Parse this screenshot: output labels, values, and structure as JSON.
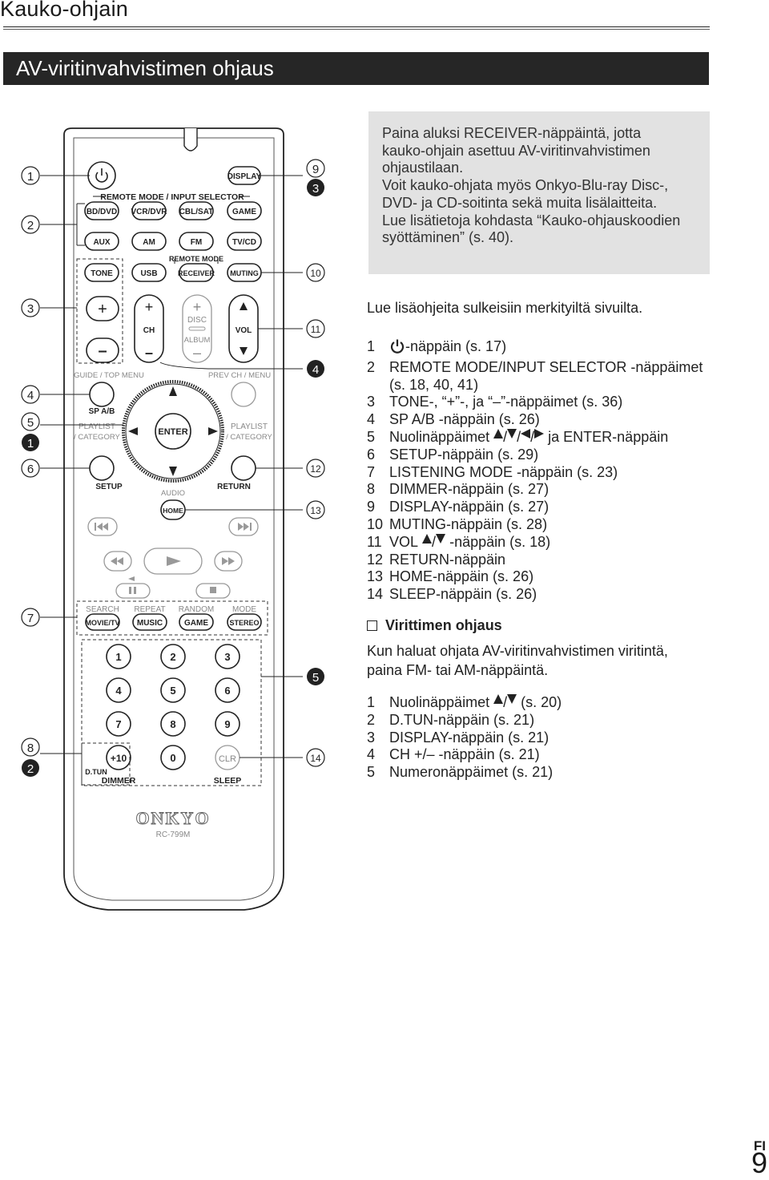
{
  "header": {
    "title": "Kauko-ohjain",
    "section_title": "AV-viritinvahvistimen ohjaus"
  },
  "note": {
    "lines": [
      "Paina aluksi RECEIVER-näppäintä, jotta",
      "kauko-ohjain asettuu AV-viritinvahvistimen",
      "ohjaustilaan.",
      "Voit kauko-ohjata myös Onkyo-Blu-ray Disc-,",
      "DVD- ja CD-soitinta sekä muita lisälaitteita.",
      "Lue lisätietoja kohdasta “Kauko-ohjauskoodien",
      "syöttäminen” (s. 40)."
    ]
  },
  "intro": "Lue lisäohjeita sulkeisiin merkityiltä sivuilta.",
  "list1": [
    {
      "num": "1",
      "text": "-näppäin (s. 17)"
    },
    {
      "num": "2",
      "text": "REMOTE MODE/INPUT SELECTOR -näppäimet"
    },
    {
      "num": "",
      "text": "(s. 18, 40, 41)"
    },
    {
      "num": "3",
      "text": "TONE-, “+”-, ja “–”-näppäimet (s. 36)"
    },
    {
      "num": "4",
      "text": "SP A/B -näppäin (s. 26)"
    },
    {
      "num": "5",
      "text_a": "Nuolinäppäimet",
      "text_b": "ja ENTER-näppäin"
    },
    {
      "num": "6",
      "text": "SETUP-näppäin (s. 29)"
    },
    {
      "num": "7",
      "text": "LISTENING MODE -näppäin (s. 23)"
    },
    {
      "num": "8",
      "text": "DIMMER-näppäin (s. 27)"
    },
    {
      "num": "9",
      "text": "DISPLAY-näppäin (s. 27)"
    },
    {
      "num": "10",
      "text": "MUTING-näppäin (s. 28)"
    },
    {
      "num": "11",
      "text_a": "VOL",
      "text_b": "-näppäin (s. 18)"
    },
    {
      "num": "12",
      "text": "RETURN-näppäin"
    },
    {
      "num": "13",
      "text": "HOME-näppäin (s. 26)"
    },
    {
      "num": "14",
      "text": "SLEEP-näppäin (s. 26)"
    }
  ],
  "subheading": "Virittimen ohjaus",
  "paragraph": [
    "Kun haluat ohjata AV-viritinvahvistimen viritintä,",
    "paina FM- tai AM-näppäintä."
  ],
  "list2": [
    {
      "num": "1",
      "text_a": "Nuolinäppäimet",
      "text_b": "(s. 20)"
    },
    {
      "num": "2",
      "text": "D.TUN-näppäin (s. 21)"
    },
    {
      "num": "3",
      "text": "DISPLAY-näppäin (s. 21)"
    },
    {
      "num": "4",
      "text": "CH +/– -näppäin (s. 21)"
    },
    {
      "num": "5",
      "text": "Numeronäppäimet (s. 21)"
    }
  ],
  "footer": {
    "lang": "FI",
    "page": "9"
  },
  "remote": {
    "labels": {
      "remote_mode_input_selector": "REMOTE MODE / INPUT SELECTOR",
      "display": "DISPLAY",
      "bd_dvd": "BD/DVD",
      "vcr_dvr": "VCR/DVR",
      "cbl_sat": "CBL/SAT",
      "game": "GAME",
      "aux": "AUX",
      "am": "AM",
      "fm": "FM",
      "tv_cd": "TV/CD",
      "remote_mode": "REMOTE MODE",
      "tone": "TONE",
      "usb": "USB",
      "receiver": "RECEIVER",
      "muting": "MUTING",
      "plus": "+",
      "minus": "–",
      "ch": "CH",
      "disc": "DISC",
      "album": "ALBUM",
      "vol": "VOL",
      "guide_top_menu": "GUIDE / TOP MENU",
      "prev_ch_menu": "PREV CH / MENU",
      "sp_ab": "SP A/B",
      "playlist": "PLAYLIST",
      "category": "/ CATEGORY",
      "category_r": "CATEGORY",
      "enter": "ENTER",
      "setup": "SETUP",
      "return": "RETURN",
      "audio": "AUDIO",
      "home": "HOME",
      "search": "SEARCH",
      "repeat": "REPEAT",
      "random": "RANDOM",
      "mode": "MODE",
      "movie_tv": "MOVIE/TV",
      "music": "MUSIC",
      "stereo": "STEREO",
      "n1": "1",
      "n2": "2",
      "n3": "3",
      "n4": "4",
      "n5": "5",
      "n6": "6",
      "n7": "7",
      "n8": "8",
      "n9": "9",
      "plus10": "+10",
      "n0": "0",
      "clr": "CLR",
      "dtun": "D.TUN",
      "dimmer": "DIMMER",
      "sleep": "SLEEP",
      "brand": "ONKYO",
      "model": "RC-799M"
    },
    "callouts_left": [
      "1",
      "2",
      "3",
      "4",
      "5",
      "1",
      "6",
      "7",
      "8",
      "2"
    ],
    "callouts_right": [
      "9",
      "3",
      "10",
      "11",
      "4",
      "12",
      "13",
      "5",
      "14"
    ]
  }
}
